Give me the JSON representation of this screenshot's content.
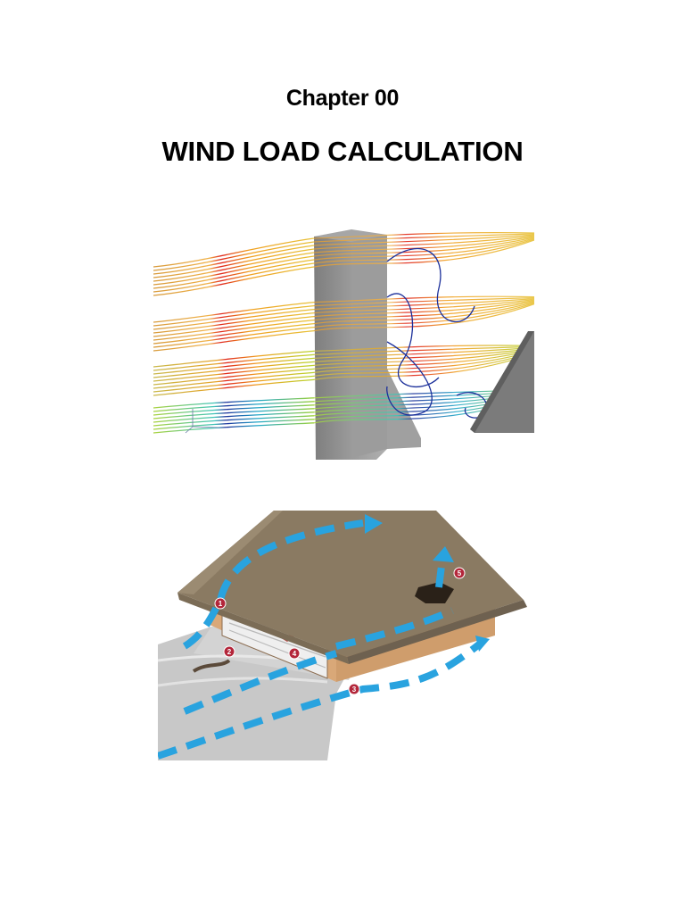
{
  "chapter": {
    "label": "Chapter 00",
    "title": "WIND LOAD CALCULATION"
  },
  "figures": [
    {
      "id": "cfd-streamlines",
      "callouts": []
    },
    {
      "id": "house-wind-paths",
      "callouts": [
        "1",
        "2",
        "3",
        "4",
        "5"
      ]
    }
  ],
  "colors": {
    "stream_hot": "#e0241b",
    "stream_warm": "#f0a020",
    "stream_mid": "#b9d42e",
    "stream_cool": "#22a8c8",
    "stream_cold": "#1b2f9a",
    "building_grey": "#8f8f8f",
    "roof_brown": "#8a7a62",
    "wall_tan": "#d9a878",
    "wind_arrow_blue": "#29a3df",
    "callout_red": "#b3263a"
  }
}
